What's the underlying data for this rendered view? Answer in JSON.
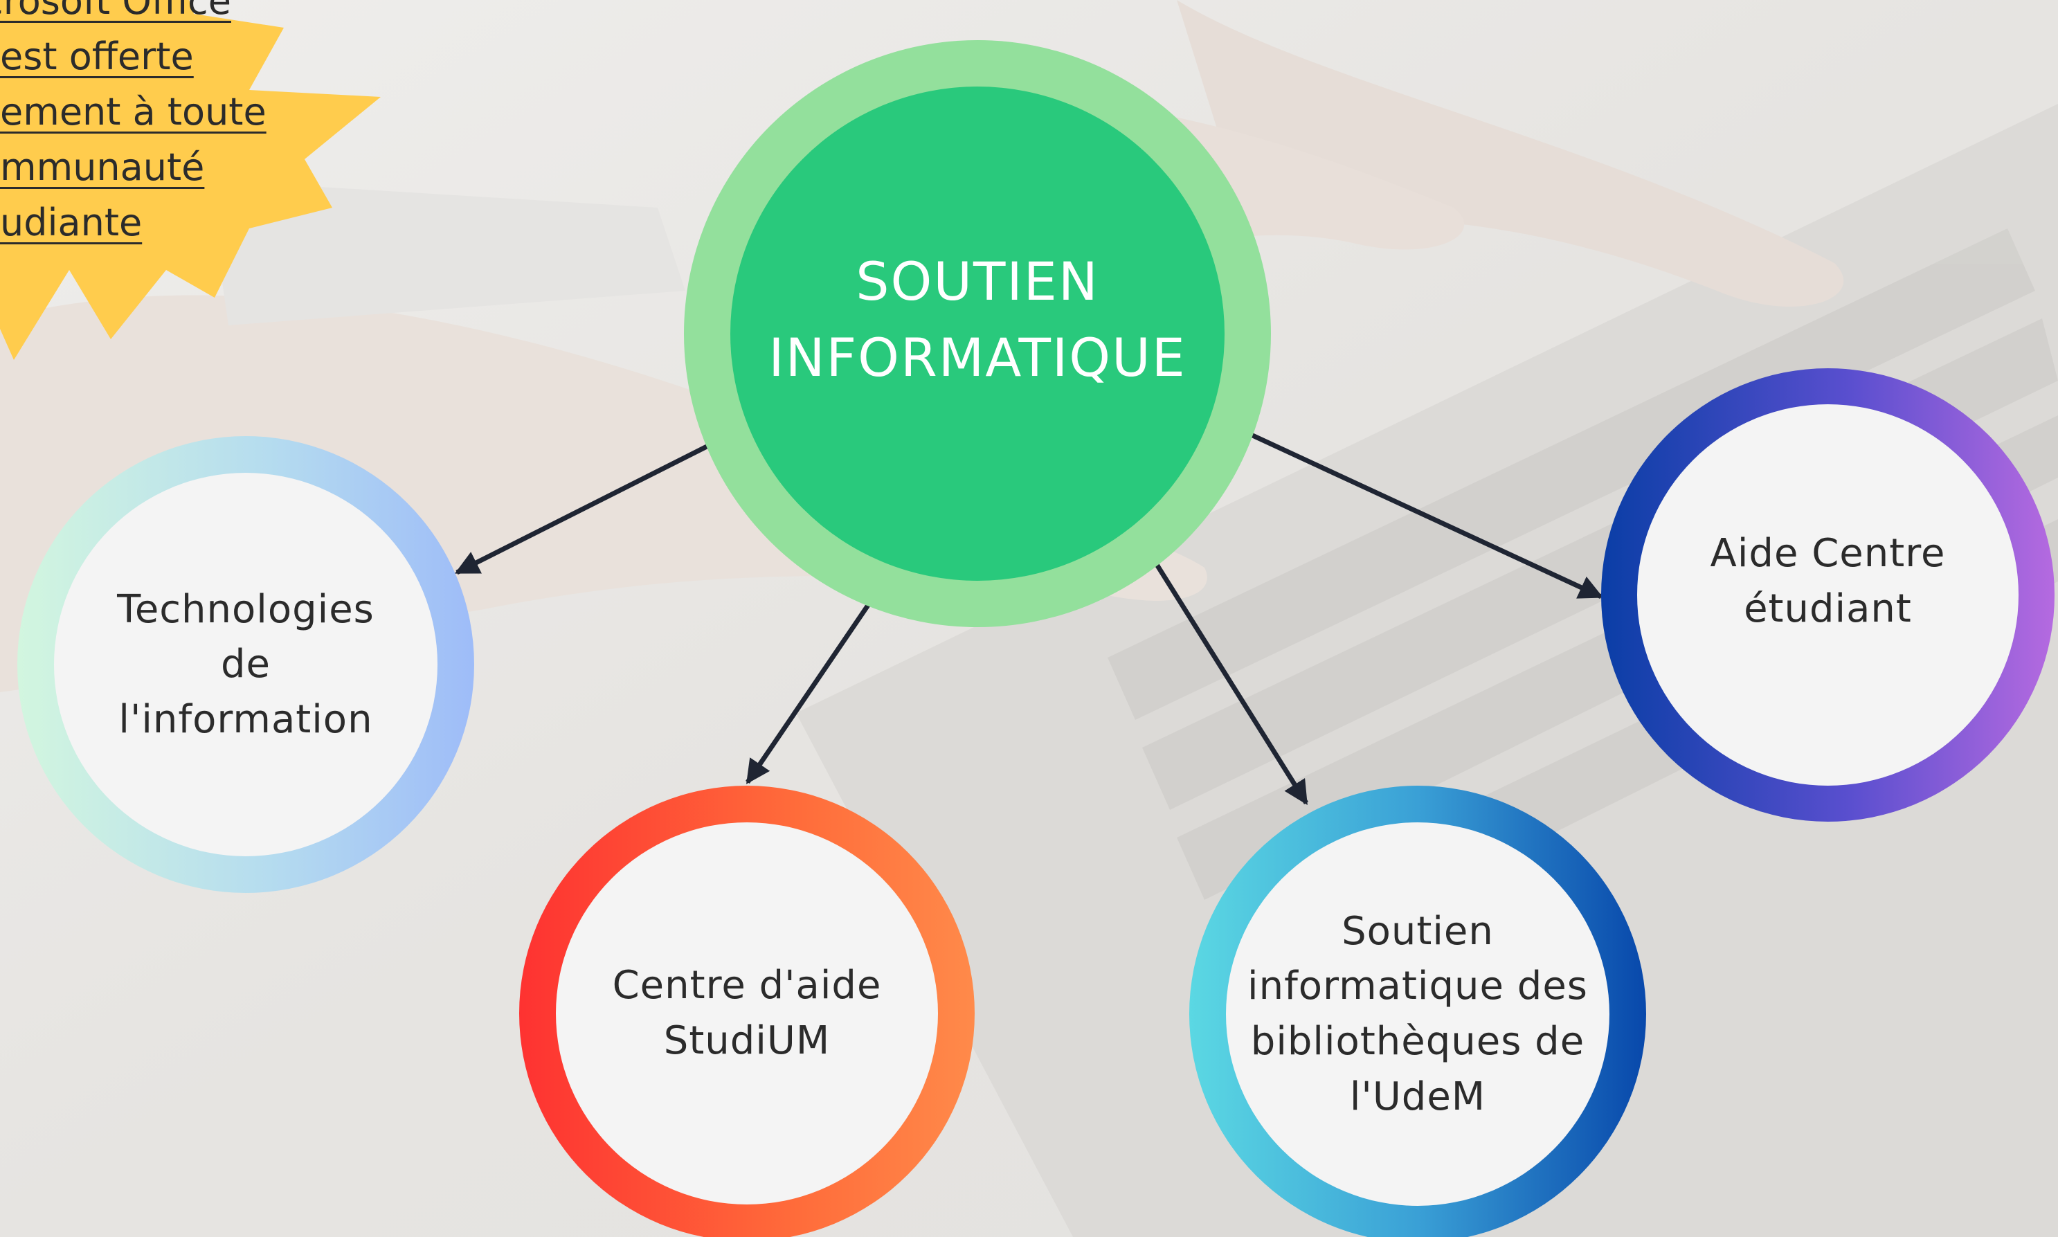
{
  "title": "SOUTIEN INFORMATIQUE",
  "center": {
    "line1": "SOUTIEN",
    "line2": "INFORMATIQUE"
  },
  "badge": {
    "lines": [
      "icrosoft Office",
      "est offerte",
      "ement à toute",
      "mmunauté",
      "udiante"
    ]
  },
  "nodes": [
    {
      "id": "ti",
      "label": "Technologies\nde\nl'information"
    },
    {
      "id": "studium",
      "label": "Centre d'aide\nStudiUM"
    },
    {
      "id": "udem",
      "label": "Soutien\ninformatique des\nbibliothèques de\nl'UdeM"
    },
    {
      "id": "aide",
      "label": "Aide Centre\nétudiant"
    }
  ],
  "colors": {
    "center_ring": "#93e09c",
    "center_fill": "#29c97c",
    "badge": "#ffcc4d",
    "arrow": "#1f2533"
  }
}
